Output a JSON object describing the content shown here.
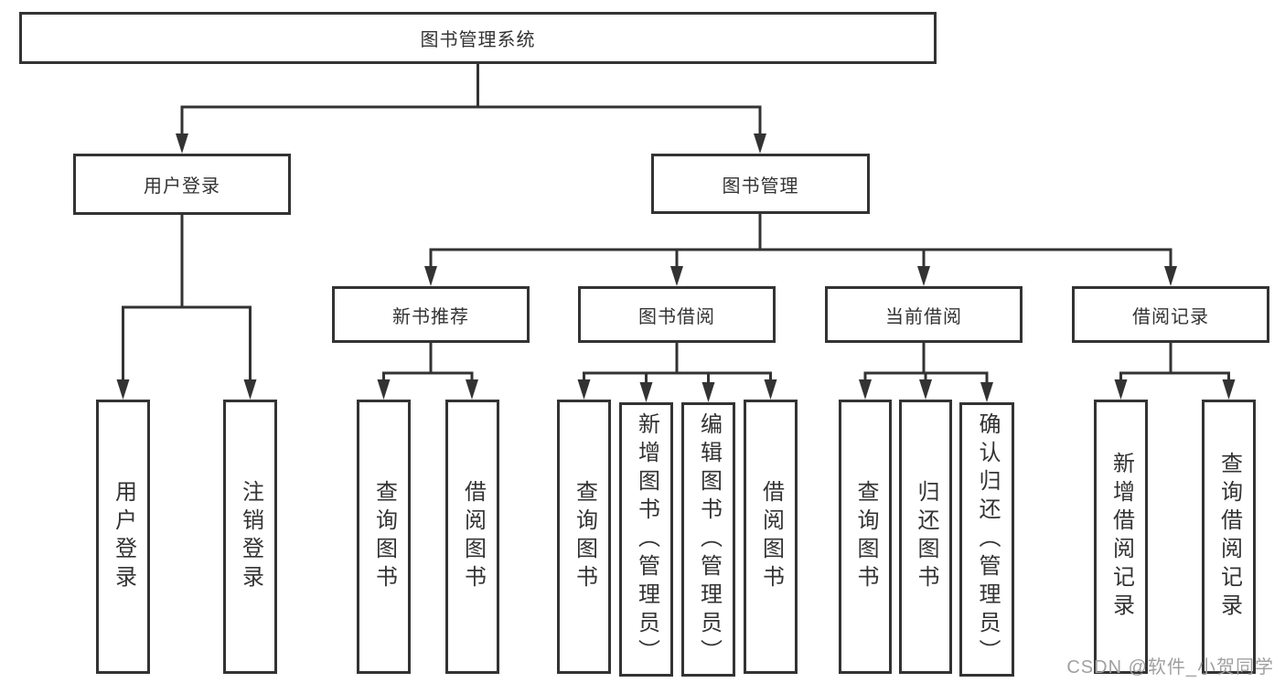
{
  "tree": {
    "label": "图书管理系统",
    "children": [
      {
        "label": "用户登录",
        "children": [
          {
            "label": "用户登录"
          },
          {
            "label": "注销登录"
          }
        ]
      },
      {
        "label": "图书管理",
        "children": [
          {
            "label": "新书推荐",
            "children": [
              {
                "label": "查询图书"
              },
              {
                "label": "借阅图书"
              }
            ]
          },
          {
            "label": "图书借阅",
            "children": [
              {
                "label": "查询图书"
              },
              {
                "label": "新增图书（管理员）"
              },
              {
                "label": "编辑图书（管理员）"
              },
              {
                "label": "借阅图书"
              }
            ]
          },
          {
            "label": "当前借阅",
            "children": [
              {
                "label": "查询图书"
              },
              {
                "label": "归还图书"
              },
              {
                "label": "确认归还（管理员）"
              }
            ]
          },
          {
            "label": "借阅记录",
            "children": [
              {
                "label": "新增借阅记录"
              },
              {
                "label": "查询借阅记录"
              }
            ]
          }
        ]
      }
    ]
  },
  "watermark": "CSDN @软件_小贺同学",
  "colors": {
    "line": "#333333",
    "text": "#333333",
    "background": "#ffffff",
    "watermark": "#a0a0a0"
  }
}
